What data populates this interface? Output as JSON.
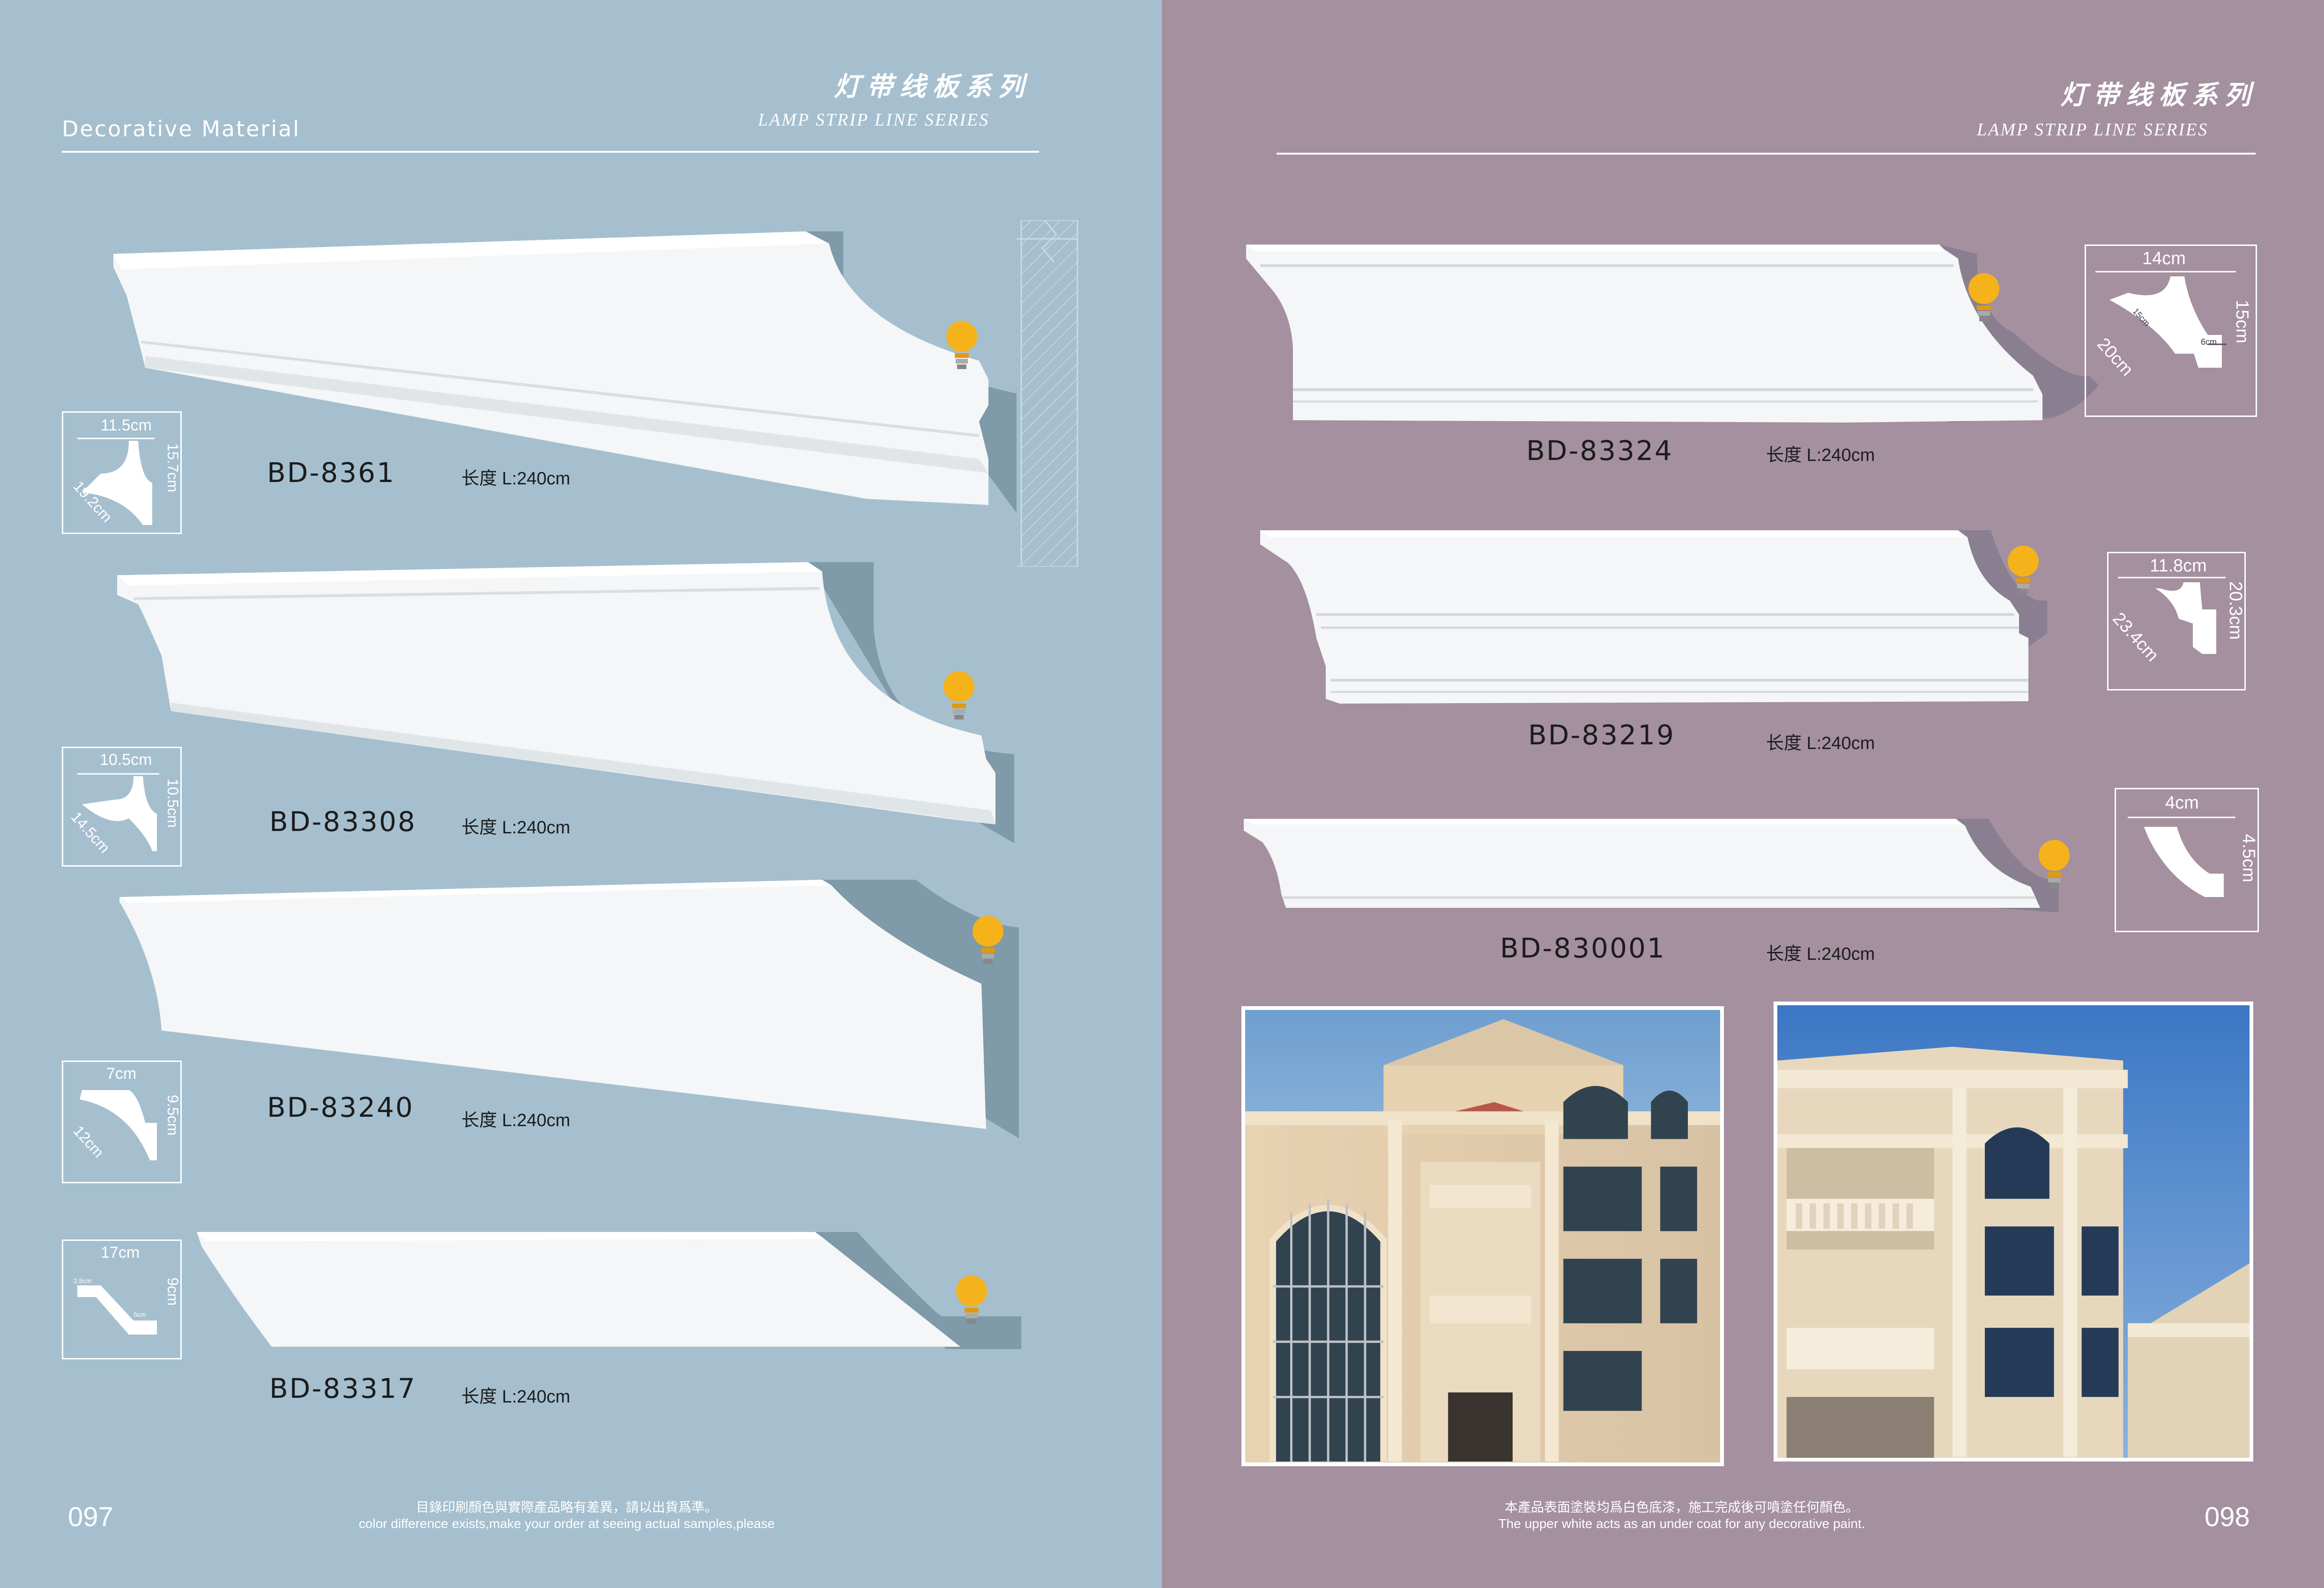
{
  "left_page": {
    "brand": "Decorative Material",
    "series_cn": "灯带线板系列",
    "series_en": "LAMP STRIP LINE SERIES",
    "page_number": "097",
    "note_cn": "目錄印刷顏色與實際產品略有差異，請以出貨爲準。",
    "note_en": "color difference exists,make your order at seeing actual samples,please",
    "products": [
      {
        "model": "BD-8361",
        "length": "长度 L:240cm",
        "dims": {
          "top": "11.5cm",
          "side": "15.7cm",
          "diag": "19.2cm"
        }
      },
      {
        "model": "BD-83308",
        "length": "长度 L:240cm",
        "dims": {
          "top": "10.5cm",
          "side": "10.5cm",
          "diag": "14.5cm"
        }
      },
      {
        "model": "BD-83240",
        "length": "长度 L:240cm",
        "dims": {
          "top": "7cm",
          "side": "9.5cm",
          "diag": "12cm"
        }
      },
      {
        "model": "BD-83317",
        "length": "长度 L:240cm",
        "dims": {
          "top": "17cm",
          "side": "9cm",
          "small_a": "2.5cm",
          "small_b": "5cm"
        }
      }
    ]
  },
  "right_page": {
    "series_cn": "灯带线板系列",
    "series_en": "LAMP STRIP LINE SERIES",
    "page_number": "098",
    "note_cn": "本產品表面塗裝均爲白色底漆，施工完成後可噴塗任何顏色。",
    "note_en": "The upper white acts as an under coat for any decorative paint.",
    "products": [
      {
        "model": "BD-83324",
        "length": "长度 L:240cm",
        "dims": {
          "top": "14cm",
          "side": "15cm",
          "diag": "20cm",
          "inner_a": "15cm",
          "inner_b": "6cm"
        }
      },
      {
        "model": "BD-83219",
        "length": "长度 L:240cm",
        "dims": {
          "top": "11.8cm",
          "side": "20.3cm",
          "diag": "23.4cm"
        }
      },
      {
        "model": "BD-830001",
        "length": "长度 L:240cm",
        "dims": {
          "top": "4cm",
          "side": "4.5cm"
        }
      }
    ]
  },
  "colors": {
    "left_bg": "#a5bfcf",
    "right_bg": "#a4909f",
    "molding": "#f4f6f7",
    "profile_shadow": "#7f9aa8",
    "bulb": "#f5b21a"
  }
}
